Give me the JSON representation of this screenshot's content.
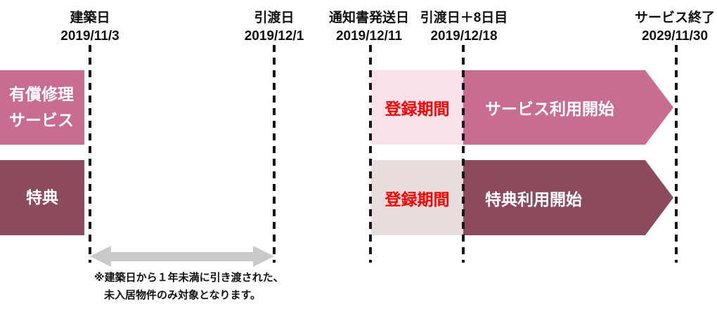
{
  "milestones": [
    {
      "label": "建築日",
      "date": "2019/11/3"
    },
    {
      "label": "引渡日",
      "date": "2019/12/1"
    },
    {
      "label": "通知書発送日",
      "date": "2019/12/11"
    },
    {
      "label": "引渡日＋8日目",
      "date": "2019/12/18"
    },
    {
      "label": "サービス終了",
      "date": "2029/11/30"
    }
  ],
  "rows": [
    {
      "name": "有償修理サービス",
      "name_line1": "有償修理",
      "name_line2": "サービス",
      "registration_label": "登録期間",
      "start_label": "サービス利用開始"
    },
    {
      "name": "特典",
      "name_line1": "特典",
      "registration_label": "登録期間",
      "start_label": "特典利用開始"
    }
  ],
  "note": {
    "line1": "※建築日から１年未満に引き渡された、",
    "line2": "未入居物件のみ対象となります。"
  },
  "colors": {
    "track1_accent": "#C86D8F",
    "track2_accent": "#8C4A5D",
    "registration_bg_track1": "#F8E1E9",
    "registration_bg_track2": "#E9DCDD",
    "registration_text": "#FF0000",
    "range_arrow": "#C9C9C9",
    "timeline_line": "#161616"
  }
}
